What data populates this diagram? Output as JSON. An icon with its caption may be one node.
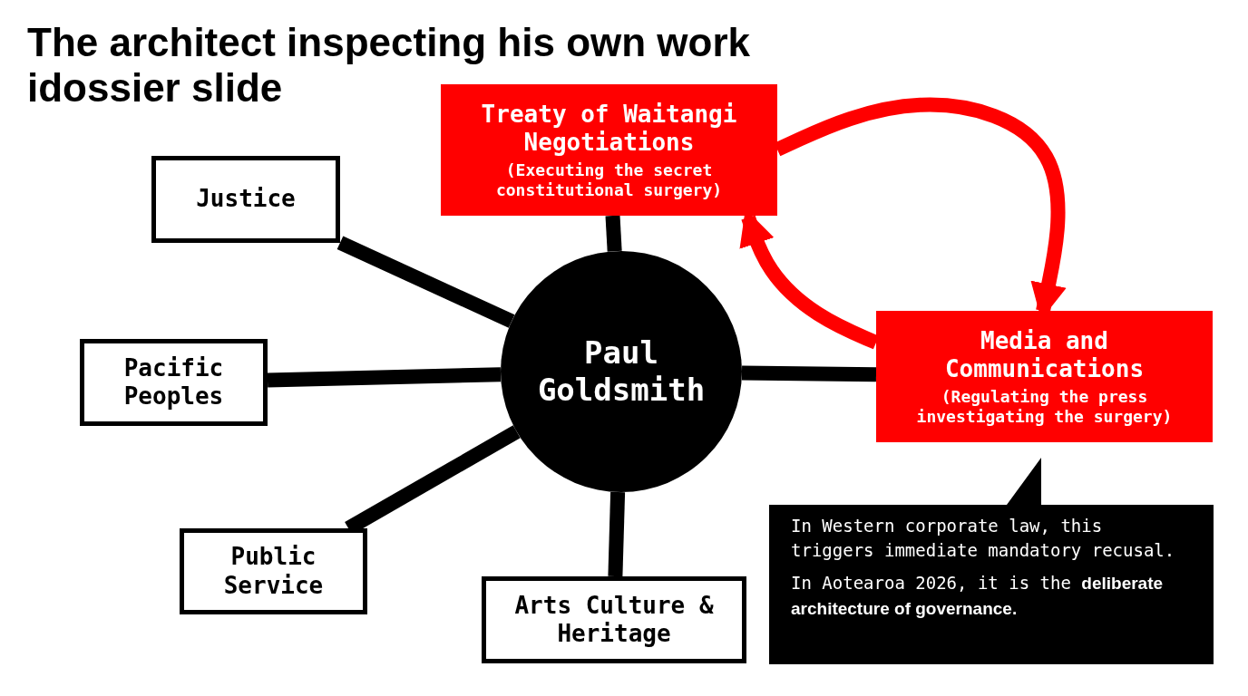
{
  "diagram": {
    "title": "The architect inspecting his own work idossier slide",
    "nodes": [
      {
        "text": [
          "Treaty of Waitangi Negotiations",
          "(Executing the secret constitutional surgery)"
        ]
      },
      {
        "text": [
          "Justice"
        ]
      },
      {
        "text": [
          "Pacific Peoples"
        ]
      },
      {
        "text": [
          "Paul Goldsmith"
        ]
      },
      {
        "text": [
          "Media and Communications",
          "(Regulating the press investigating the surgery)"
        ]
      },
      {
        "text": [
          "Public Service"
        ]
      },
      {
        "text": [
          "Arts Culture & Heritage"
        ]
      },
      {
        "text": [
          "In Western corporate law, this triggers immediate mandatory recusal.",
          "In Aotearoa 2026, it is the **deliberate architecture of governance.**"
        ]
      }
    ],
    "edges": [
      {
        "from": 3,
        "to": 0,
        "arrow": "none"
      },
      {
        "from": 3,
        "to": 1,
        "arrow": "none"
      },
      {
        "from": 3,
        "to": 2,
        "arrow": "none"
      },
      {
        "from": 3,
        "to": 4,
        "arrow": "none"
      },
      {
        "from": 3,
        "to": 5,
        "arrow": "none"
      },
      {
        "from": 3,
        "to": 6,
        "arrow": "none"
      },
      {
        "from": 0,
        "to": 4,
        "arrow": "to",
        "color": "#ff0000"
      },
      {
        "from": 4,
        "to": 0,
        "arrow": "to",
        "color": "#ff0000"
      }
    ]
  }
}
